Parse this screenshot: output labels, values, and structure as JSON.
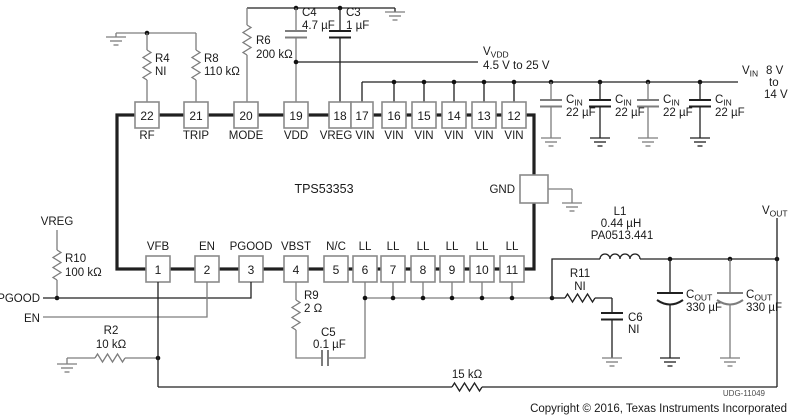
{
  "ic": {
    "part": "TPS53353",
    "gnd_label": "GND"
  },
  "top_pins": [
    {
      "num": "22",
      "label": "RF"
    },
    {
      "num": "21",
      "label": "TRIP"
    },
    {
      "num": "20",
      "label": "MODE"
    },
    {
      "num": "19",
      "label": "VDD"
    },
    {
      "num": "18",
      "label": "VREG"
    },
    {
      "num": "17",
      "label": "VIN"
    },
    {
      "num": "16",
      "label": "VIN"
    },
    {
      "num": "15",
      "label": "VIN"
    },
    {
      "num": "14",
      "label": "VIN"
    },
    {
      "num": "13",
      "label": "VIN"
    },
    {
      "num": "12",
      "label": "VIN"
    }
  ],
  "bottom_pins": [
    {
      "num": "1",
      "label": "VFB"
    },
    {
      "num": "2",
      "label": "EN"
    },
    {
      "num": "3",
      "label": "PGOOD"
    },
    {
      "num": "4",
      "label": "VBST"
    },
    {
      "num": "5",
      "label": "N/C"
    },
    {
      "num": "6",
      "label": "LL"
    },
    {
      "num": "7",
      "label": "LL"
    },
    {
      "num": "8",
      "label": "LL"
    },
    {
      "num": "9",
      "label": "LL"
    },
    {
      "num": "10",
      "label": "LL"
    },
    {
      "num": "11",
      "label": "LL"
    }
  ],
  "components": {
    "r4": {
      "ref": "R4",
      "value": "NI"
    },
    "r8": {
      "ref": "R8",
      "value": "110 kΩ"
    },
    "r6": {
      "ref": "R6",
      "value": "200 kΩ"
    },
    "c4": {
      "ref": "C4",
      "value": "4.7 µF"
    },
    "c3": {
      "ref": "C3",
      "value": "1 µF"
    },
    "cin": {
      "ref_main": "C",
      "ref_sub": "IN",
      "value": "22 µF"
    },
    "r10": {
      "ref": "R10",
      "value": "100 kΩ"
    },
    "r2": {
      "ref": "R2",
      "value": "10 kΩ"
    },
    "r9": {
      "ref": "R9",
      "value": "2 Ω"
    },
    "c5": {
      "ref": "C5",
      "value": "0.1 µF"
    },
    "l1": {
      "ref": "L1",
      "value": "0.44 µH",
      "part": "PA0513.441"
    },
    "r11": {
      "ref": "R11",
      "value": "NI"
    },
    "c6": {
      "ref": "C6",
      "value": "NI"
    },
    "cout": {
      "ref_main": "C",
      "ref_sub": "OUT",
      "value": "330 µF"
    },
    "rfb": {
      "value": "15 kΩ"
    }
  },
  "nets": {
    "vreg": "VREG",
    "pgood": "PGOOD",
    "en": "EN",
    "vvdd": {
      "main": "V",
      "sub": "VDD",
      "range": "4.5 V to 25 V"
    },
    "vin": {
      "main": "V",
      "sub": "IN",
      "range_lines": [
        "8 V",
        "to",
        "14 V"
      ]
    },
    "vout": {
      "main": "V",
      "sub": "OUT"
    }
  },
  "footer": {
    "udg": "UDG-11049",
    "copyright": "Copyright © 2016, Texas Instruments Incorporated"
  },
  "colors": {
    "wire_gray": "#7d7d7d",
    "wire_black": "#202020"
  }
}
